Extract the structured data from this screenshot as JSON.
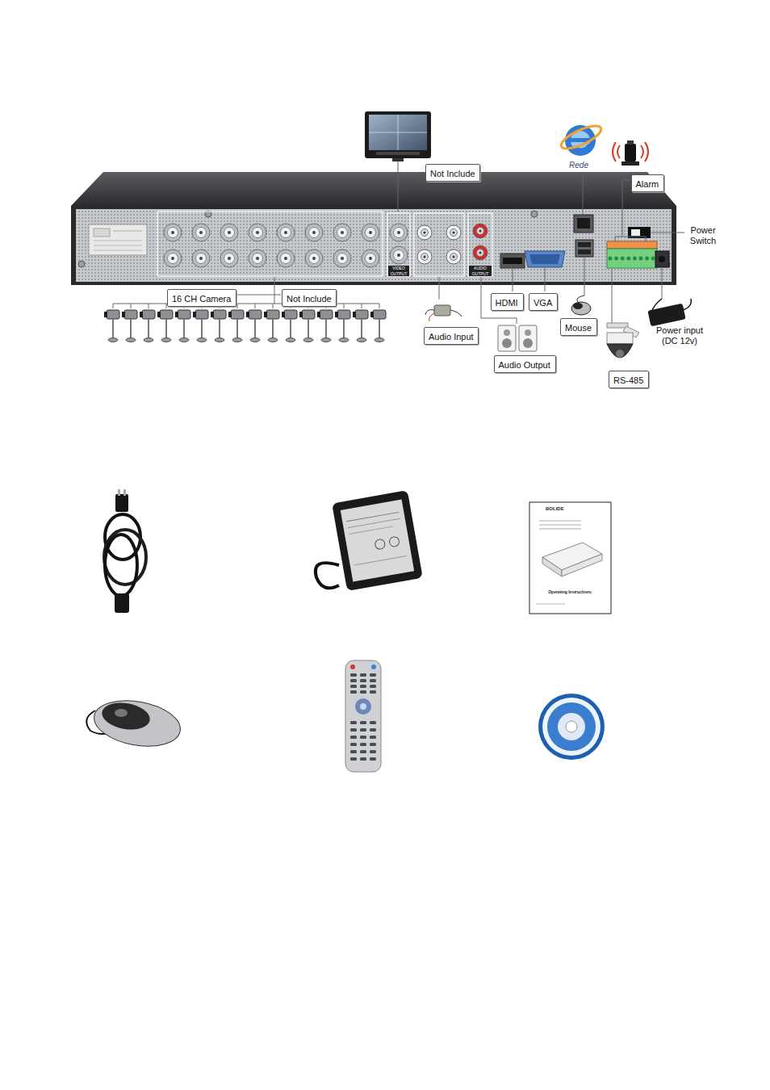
{
  "diagram": {
    "nodes": [
      {
        "text": [
          "Not Include"
        ]
      },
      {
        "text": [
          "Alarm"
        ]
      },
      {
        "text": [
          "16 CH Camera"
        ]
      },
      {
        "text": [
          "Not Include"
        ]
      },
      {
        "text": [
          "Audio Input"
        ]
      },
      {
        "text": [
          "HDMI"
        ]
      },
      {
        "text": [
          "VGA"
        ]
      },
      {
        "text": [
          "Mouse"
        ]
      },
      {
        "text": [
          "Audio Output"
        ]
      },
      {
        "text": [
          "RS-485"
        ]
      }
    ],
    "labels": [
      "Rede",
      "Power Switch",
      "Power input (DC 12v)",
      "VIDEO OUTPUT",
      "AUDIO OUTPUT",
      "BOLIDE",
      "Operating Instructions"
    ]
  }
}
